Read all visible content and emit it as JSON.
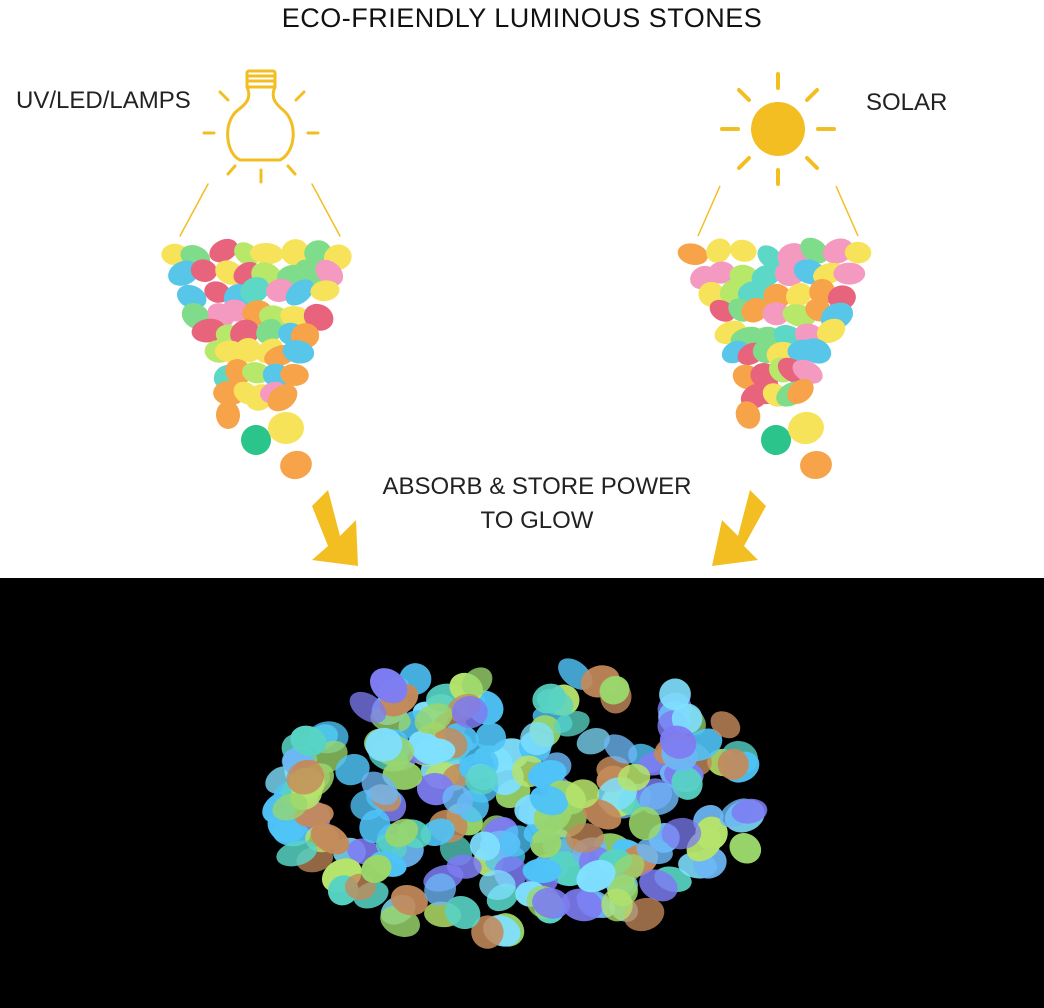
{
  "title": "ECO-FRIENDLY LUMINOUS STONES",
  "sources": {
    "left_label": "UV/LED/LAMPS",
    "right_label": "SOLAR"
  },
  "caption": {
    "line1": "ABSORB & STORE POWER",
    "line2": "TO GLOW"
  },
  "icons": {
    "left": "light-bulb-icon",
    "right": "sun-icon",
    "arrows": "down-arrow-icon"
  },
  "colors": {
    "accent_yellow": "#F2BE22",
    "background_top": "#FFFFFF",
    "background_bottom": "#000000",
    "stone_day": [
      "#F49AC1",
      "#58C6E8",
      "#7EDC8A",
      "#F7E35A",
      "#F6A34A",
      "#E8637C",
      "#5ED8C6",
      "#B8E86A"
    ],
    "stone_glow": [
      "#4FC3F7",
      "#7FE0FF",
      "#B6E36B",
      "#7D7CF2",
      "#9AD66B",
      "#6DB7F5",
      "#C48A5A",
      "#57D3C4"
    ]
  }
}
